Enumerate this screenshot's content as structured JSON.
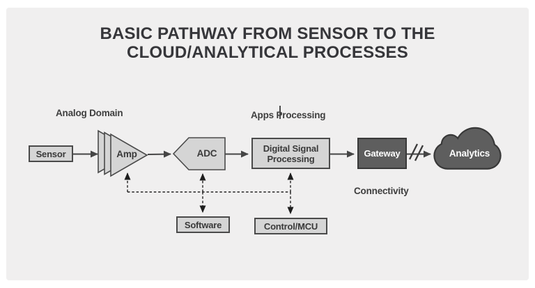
{
  "title": {
    "line1": "BASIC PATHWAY FROM SENSOR TO THE",
    "line2": "CLOUD/ANALYTICAL PROCESSES"
  },
  "section_labels": {
    "analog_domain": "Analog Domain",
    "apps_processing": "Apps Processing",
    "connectivity": "Connectivity"
  },
  "nodes": {
    "sensor": "Sensor",
    "amp": "Amp",
    "adc": "ADC",
    "dsp": {
      "line1": "Digital Signal",
      "line2": "Processing"
    },
    "gateway": "Gateway",
    "analytics": "Analytics",
    "software": "Software",
    "control_mcu": "Control/MCU"
  },
  "icons": {
    "amp_shape": "amplifier-triangle-stack",
    "adc_shape": "adc-pentagon",
    "cloud_shape": "analytics-cloud",
    "break_symbol": "signal-break-slashes",
    "cursor_artifact": "text-caret"
  },
  "colors": {
    "panel_bg": "#f0efef",
    "node_light_fill": "#d5d5d5",
    "node_dark_fill": "#5e5e5e",
    "node_border": "#4a4a4a",
    "dark_border": "#383838",
    "solid_line": "#454545",
    "dashed_line": "#222222",
    "text": "#3a3a3a",
    "text_on_dark": "#ffffff",
    "title_text": "#36363a"
  }
}
